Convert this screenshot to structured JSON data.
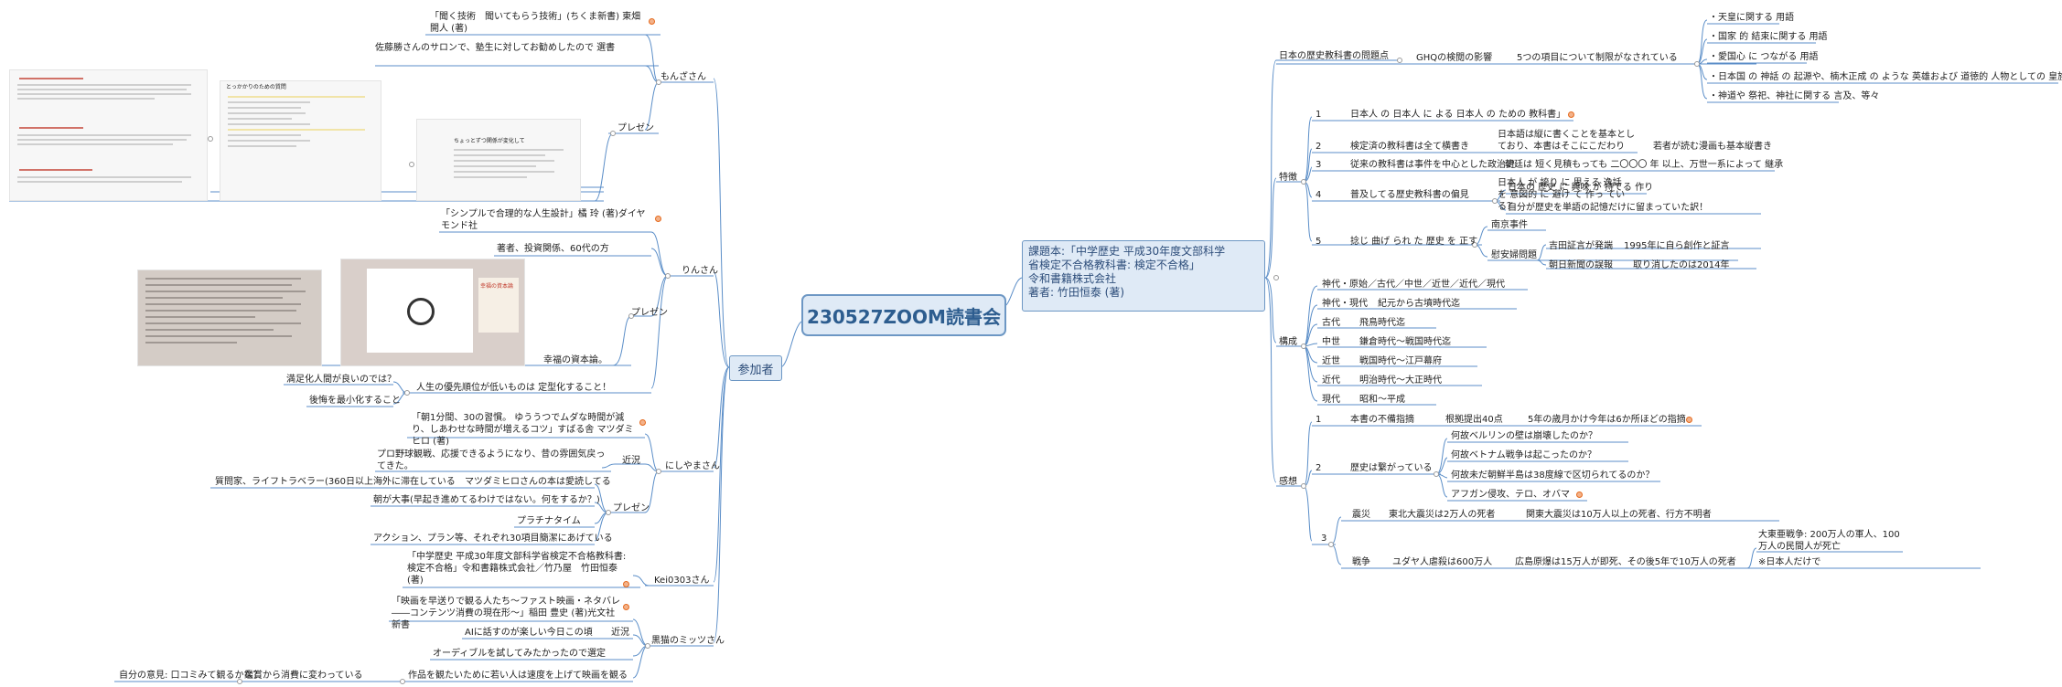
{
  "title": "230527ZOOM読書会",
  "book": {
    "line1": "課題本:「中学歴史 平成30年度文部科学",
    "line2": "省検定不合格教科書: 検定不合格」",
    "line3": "令和書籍株式会社",
    "line4": "著者: 竹田恒泰 (著)"
  },
  "participants_label": "参加者",
  "right": {
    "issue": "日本の歴史教科書の問題点",
    "ghq": "GHQの検閲の影響",
    "five": "5つの項目について制限がなされている",
    "five_items": [
      "・天皇に関する 用語",
      "・国家 的 結束に関する 用語",
      "・愛国心 に つながる 用語",
      "・日本国 の 神話 の 起源や、楠木正成 の ような 英雄および 道徳的 人物としての 皇族",
      "・神道や 祭祀、神社に関する 言及、等々"
    ],
    "feature": "特徴",
    "f1": "日本人 の 日本人 に よる 日本人 の ための 教科書」",
    "f2": "検定済の教科書は全て横書き",
    "f2a": "日本語は縦に書くことを基本としており、本書はそこにこだわり",
    "f2b": "若者が読む漫画も基本縦書き",
    "f3": "従来の教科書は事件を中心とした政治史",
    "f3a": "朝廷は 短く見積もっても 二〇〇〇 年 以上、万世一系によって 継承",
    "f4": "普及してる歴史教科書の偏見",
    "f4a": "日本人 が 誇り に 思える 逸話 を 意図的 に 避け て 作っ ている？",
    "f4b": "日本の 歴史 に 興味 が 持てる 作り",
    "f4c": "自分が歴史を単語の記憶だけに留まっていた訳！",
    "f5": "捻じ 曲げ られ た 歴史 を 正す",
    "f5a": "南京事件",
    "f5b": "慰安婦問題",
    "f5b1": "吉田証言が発端",
    "f5b1a": "1995年に自ら創作と証言",
    "f5b2": "朝日新聞の誤報",
    "f5b2a": "取り消したのは2014年",
    "num1": "1",
    "num2": "2",
    "num3": "3",
    "num4": "4",
    "num5": "5",
    "structure": "構成",
    "s_items": [
      "神代・原始／古代／中世／近世／近代／現代",
      "神代・現代",
      "古代",
      "中世",
      "近世",
      "近代",
      "現代"
    ],
    "s_details": [
      "",
      "紀元から古墳時代迄",
      "飛鳥時代迄",
      "鎌倉時代〜戦国時代迄",
      "戦国時代〜江戸幕府",
      "明治時代〜大正時代",
      "昭和〜平成"
    ],
    "thoughts": "感想",
    "t1": "本書の不備指摘",
    "t1a": "根拠提出40点",
    "t1b": "5年の歳月かけ今年は6か所ほどの指摘",
    "t2": "歴史は繋がっている",
    "t2_items": [
      "何故ベルリンの壁は崩壊したのか？",
      "何故ベトナム戦争は起こったのか？",
      "何故未だ朝鮮半島は38度線で区切られてるのか？",
      "アフガン侵攻、テロ、オバマ"
    ],
    "t3a": "震災",
    "t3a1": "東北大震災は2万人の死者",
    "t3a2": "関東大震災は10万人以上の死者、行方不明者",
    "t3b": "戦争",
    "t3b1": "ユダヤ人虐殺は600万人",
    "t3b2": "広島原爆は15万人が即死、その後5年で10万人の死者",
    "t3b3": "大東亜戦争: 200万人の軍人、100万人の民間人が死亡",
    "t3b4": "※日本人だけで"
  },
  "left": {
    "mon": "もんざさん",
    "mon_book": "「聞く技術　聞いてもらう技術」(ちくま新書) 東畑開人 (著)",
    "mon_reason": "佐藤勝さんのサロンで、塾生に対してお勧めしたので 選書",
    "present": "プレゼン",
    "thumb_t1": "とっかかりのための質問",
    "thumb_t2": "ちょっとずつ関係が変化して",
    "rin": "りんさん",
    "rin_book": "「シンプルで合理的な人生設計」橘 玲 (著)ダイヤモンド社",
    "rin_a": "著者、投資関係、60代の方",
    "rin_b": "幸福の資本論。",
    "rin_c": "人生の優先順位が低いものは 定型化すること！",
    "rin_c1": "満足化人間が良いのでは？",
    "rin_c2": "後悔を最小化すること",
    "thumb_t3": "幸福の資本論",
    "nishi": "にしやまさん",
    "nishi_book": "「朝1分間、30の習慣。 ゆううつでムダな時間が減り、しあわせな時間が増えるコツ」すばる舎 マツダミヒロ (著)",
    "nishi_recent": "近況",
    "nishi_recent_a": "プロ野球観戦、応援できるようになり、昔の雰囲気戻ってきた。",
    "nishi_p": "プレゼン",
    "nishi_p1": "マツダミヒロさんの本は愛読してる",
    "nishi_p1a": "質問家、ライフトラベラー(360日以上海外に滞在している",
    "nishi_p2": "朝が大事(早起き進めてるわけではない。何をするか？)",
    "nishi_p3": "プラチナタイム",
    "nishi_p4": "アクション、プラン等、それぞれ30項目簡潔にあげている",
    "kei": "Kei0303さん",
    "kei_book": "「中学歴史 平成30年度文部科学省検定不合格教科書: 検定不合格」令和書籍株式会社／竹乃屋　竹田恒泰 (著)",
    "kuro": "黒猫のミッツさん",
    "kuro_book": "「映画を早送りで観る人たち～ファスト映画・ネタバレ――コンテンツ消費の現在形～」稲田 豊史 (著)光文社新書",
    "kuro_recent": "近況",
    "kuro_recent_a": "AIに話すのが楽しい今日この頃",
    "kuro_p1": "オーディブルを試してみたかったので選定",
    "kuro_p2": "作品を観たいために若い人は速度を上げて映画を観る",
    "kuro_p2a": "鑑賞から消費に変わっている",
    "kuro_p2b": "自分の意見: 口コミみて観るかな？"
  }
}
